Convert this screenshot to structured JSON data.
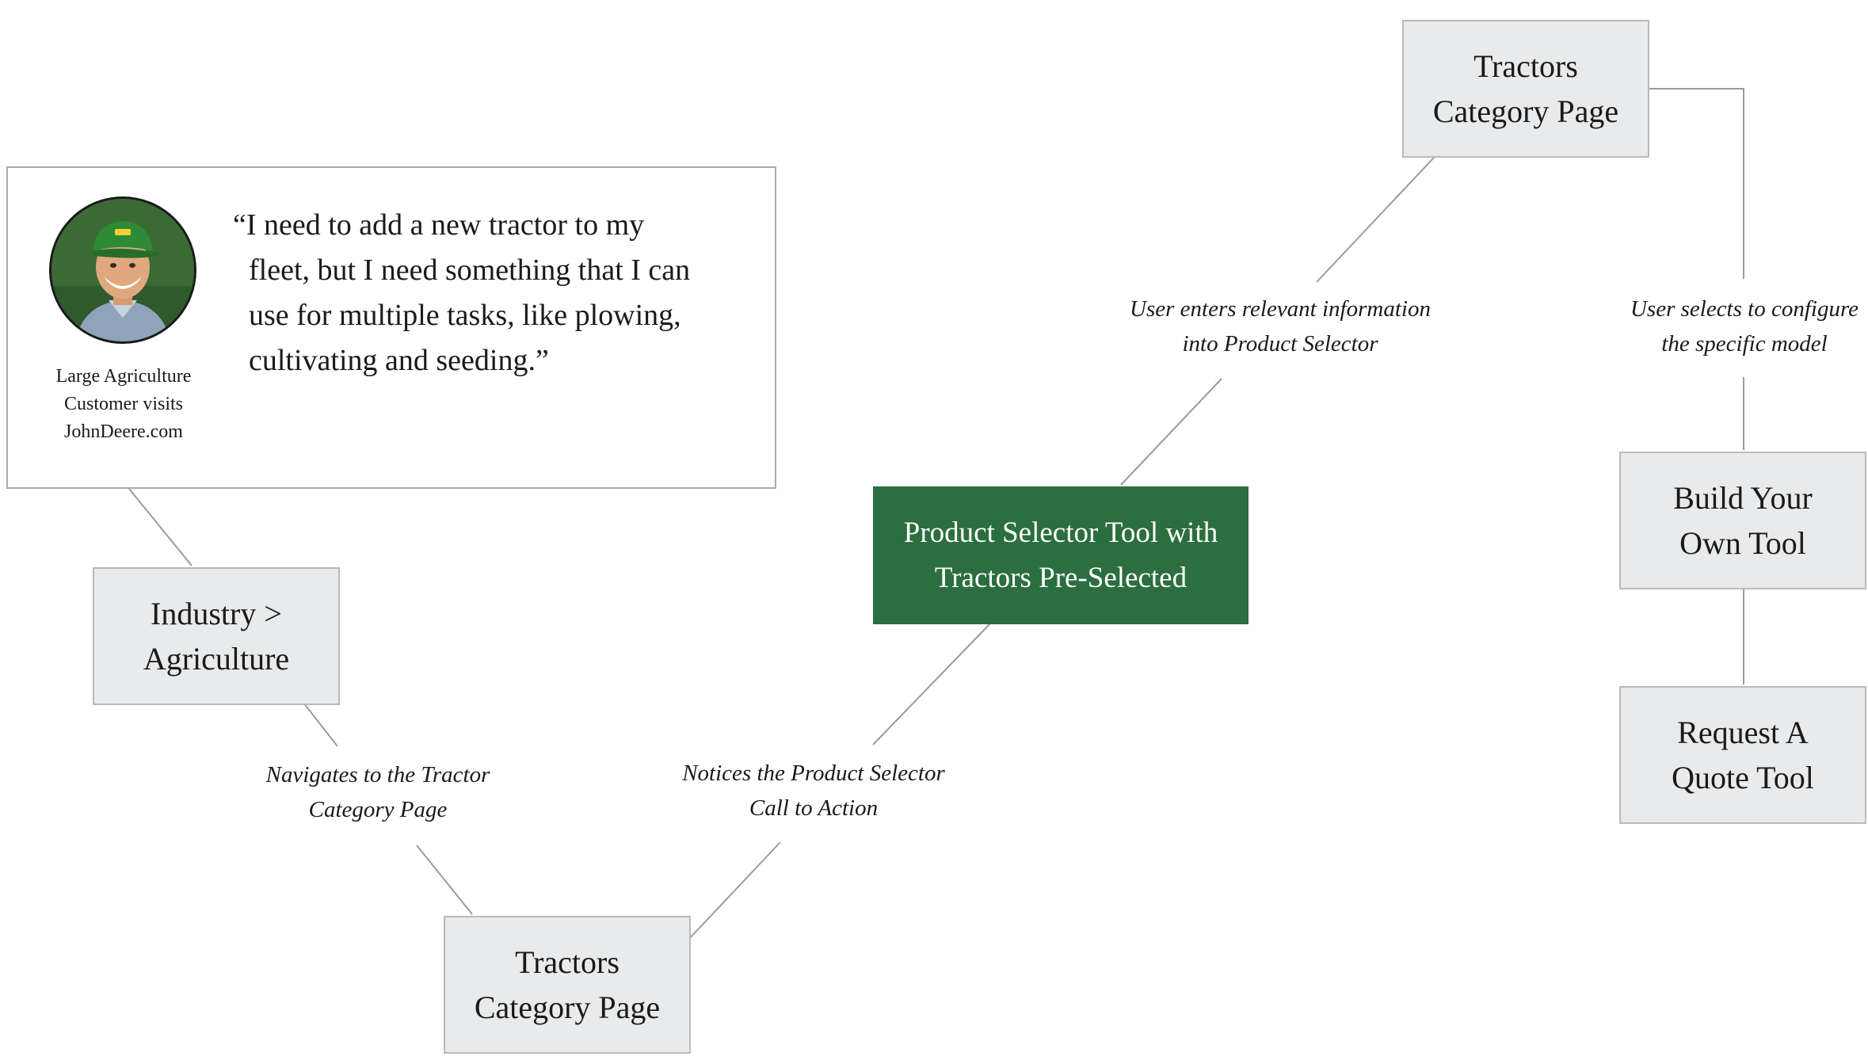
{
  "persona": {
    "caption_lines": [
      "Large Agriculture",
      "Customer visits",
      "JohnDeere.com"
    ],
    "quote_lines": [
      "“I need to add a new tractor to my",
      "fleet, but I need something that I can",
      "use for multiple tasks, like plowing,",
      "cultivating and seeding.”"
    ]
  },
  "nodes": {
    "industry": [
      "Industry >",
      "Agriculture"
    ],
    "tractors_bottom": [
      "Tractors",
      "Category Page"
    ],
    "selector": [
      "Product Selector Tool with",
      "Tractors Pre-Selected"
    ],
    "tractors_top": [
      "Tractors",
      "Category Page"
    ],
    "build": [
      "Build Your",
      "Own Tool"
    ],
    "quote_tool": [
      "Request A",
      "Quote Tool"
    ]
  },
  "edges": {
    "navigates": [
      "Navigates to the Tractor",
      "Category Page"
    ],
    "notices": [
      "Notices the Product Selector",
      "Call to Action"
    ],
    "enters": [
      "User enters relevant information",
      "into Product Selector"
    ],
    "selects": [
      "User selects to configure",
      "the specific model"
    ]
  },
  "colors": {
    "node_fill": "#e9eaeb",
    "node_border": "#b9babc",
    "accent_green": "#2c6e3f",
    "connector": "#9a9b9d"
  }
}
